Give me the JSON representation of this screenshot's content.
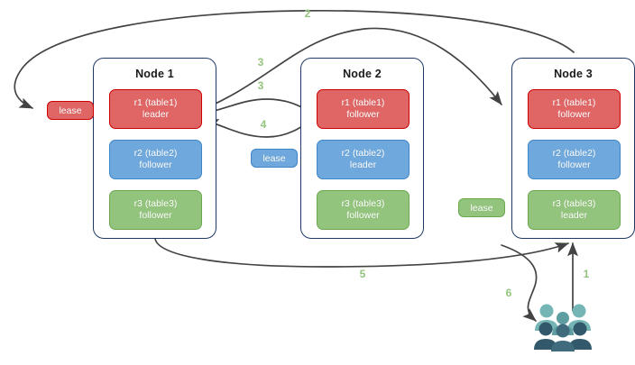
{
  "diagram": {
    "title": "Raft replica lease diagram",
    "colors": {
      "red_fill": "#e06666",
      "red_border": "#cc0000",
      "blue_fill": "#6fa8dc",
      "blue_border": "#3d85c6",
      "green_fill": "#93c47d",
      "green_border": "#6aa84f",
      "node_border": "#1f3864",
      "arrow": "#434343",
      "step_label": "#93c47d",
      "people_back": "#76b5b5",
      "people_front": "#31596b"
    }
  },
  "nodes": [
    {
      "id": "node1",
      "title": "Node 1",
      "replicas": [
        {
          "name": "r1 (table1)",
          "role": "leader",
          "color": "red"
        },
        {
          "name": "r2 (table2)",
          "role": "follower",
          "color": "blue"
        },
        {
          "name": "r3 (table3)",
          "role": "follower",
          "color": "green"
        }
      ]
    },
    {
      "id": "node2",
      "title": "Node 2",
      "replicas": [
        {
          "name": "r1 (table1)",
          "role": "follower",
          "color": "red"
        },
        {
          "name": "r2 (table2)",
          "role": "leader",
          "color": "blue"
        },
        {
          "name": "r3 (table3)",
          "role": "follower",
          "color": "green"
        }
      ]
    },
    {
      "id": "node3",
      "title": "Node 3",
      "replicas": [
        {
          "name": "r1 (table1)",
          "role": "follower",
          "color": "red"
        },
        {
          "name": "r2 (table2)",
          "role": "follower",
          "color": "blue"
        },
        {
          "name": "r3 (table3)",
          "role": "leader",
          "color": "green"
        }
      ]
    }
  ],
  "leases": [
    {
      "id": "lease-r1",
      "label": "lease",
      "color": "red"
    },
    {
      "id": "lease-r2",
      "label": "lease",
      "color": "blue"
    },
    {
      "id": "lease-r3",
      "label": "lease",
      "color": "green"
    }
  ],
  "steps": [
    {
      "id": "step-1",
      "label": "1"
    },
    {
      "id": "step-2",
      "label": "2"
    },
    {
      "id": "step-3a",
      "label": "3"
    },
    {
      "id": "step-3b",
      "label": "3"
    },
    {
      "id": "step-4",
      "label": "4"
    },
    {
      "id": "step-5",
      "label": "5"
    },
    {
      "id": "step-6",
      "label": "6"
    }
  ],
  "actors": {
    "id": "clients",
    "icon": "people-group-icon",
    "count": 5
  }
}
